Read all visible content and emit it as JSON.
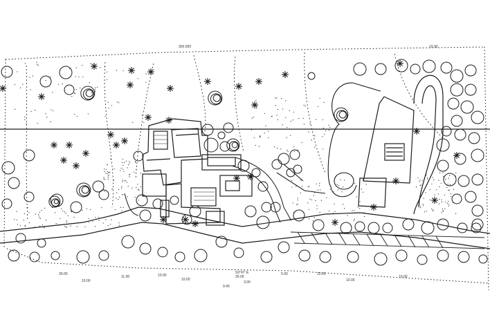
{
  "drawing": {
    "ink_color": "#1a1a1a",
    "paper_color": "#ffffff",
    "dimension_labels": {
      "north_top_left": "300.000",
      "north_top_right": "10.00",
      "bottom_a": "30.00",
      "bottom_b": "10.00",
      "bottom_c": "11.00",
      "bottom_d": "10.00",
      "bottom_e": "10.00",
      "bottom_f": "5.00",
      "bottom_g": "10.00",
      "bottom_h": "10.00",
      "bottom_i": "10.00",
      "bearing_1": "S3°47' E",
      "bearing_2": "30.00",
      "bearing_3": "3.00",
      "bearing_4": "9.45"
    }
  }
}
